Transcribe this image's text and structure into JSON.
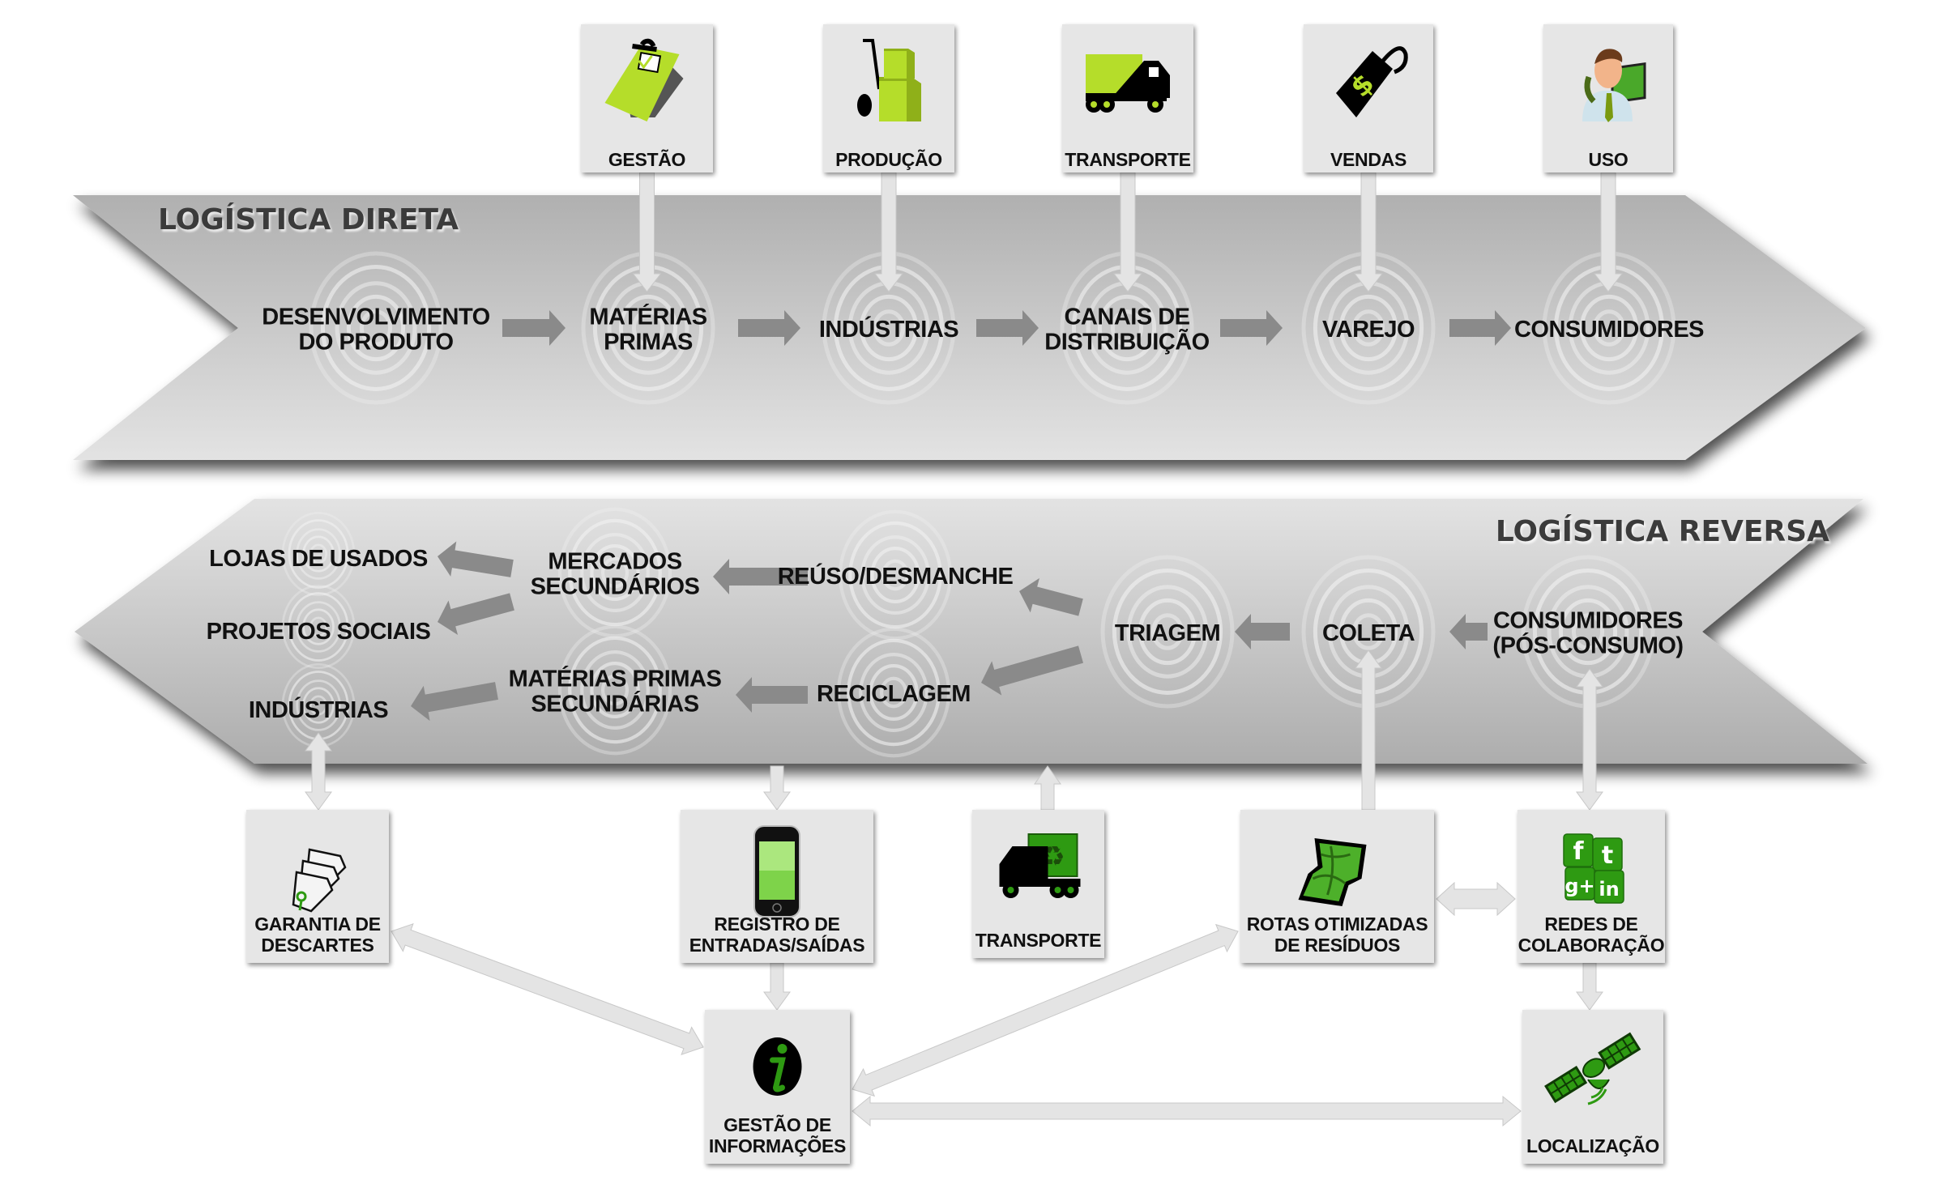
{
  "direct": {
    "title": "LOGÍSTICA DIRETA",
    "nodes": [
      {
        "lines": [
          "DESENVOLVIMENTO",
          "DO PRODUTO"
        ]
      },
      {
        "lines": [
          "MATÉRIAS",
          "PRIMAS"
        ]
      },
      {
        "lines": [
          "INDÚSTRIAS"
        ]
      },
      {
        "lines": [
          "CANAIS DE",
          "DISTRIBUIÇÃO"
        ]
      },
      {
        "lines": [
          "VAREJO"
        ]
      },
      {
        "lines": [
          "CONSUMIDORES"
        ]
      }
    ],
    "top_boxes": [
      {
        "label": "GESTÃO",
        "icon": "clipboard-icon",
        "target": 1
      },
      {
        "label": "PRODUÇÃO",
        "icon": "hand-truck-icon",
        "target": 2
      },
      {
        "label": "TRANSPORTE",
        "icon": "truck-icon",
        "target": 3
      },
      {
        "label": "VENDAS",
        "icon": "price-tag-icon",
        "target": 4
      },
      {
        "label": "USO",
        "icon": "user-support-icon",
        "target": 5
      }
    ]
  },
  "reverse": {
    "title": "LOGÍSTICA REVERSA",
    "nodes": {
      "consumidores": [
        "CONSUMIDORES",
        "(PÓS-CONSUMO)"
      ],
      "coleta": [
        "COLETA"
      ],
      "triagem": [
        "TRIAGEM"
      ],
      "reuso": [
        "REÚSO/DESMANCHE"
      ],
      "reciclagem": [
        "RECICLAGEM"
      ],
      "mercados": [
        "MERCADOS",
        "SECUNDÁRIOS"
      ],
      "materias": [
        "MATÉRIAS PRIMAS",
        "SECUNDÁRIAS"
      ],
      "lojas": [
        "LOJAS DE USADOS"
      ],
      "projetos": [
        "PROJETOS SOCIAIS"
      ],
      "industrias": [
        "INDÚSTRIAS"
      ]
    },
    "bottom_boxes": {
      "garantia": {
        "lines": [
          "GARANTIA DE",
          "DESCARTES"
        ],
        "icon": "documents-icon"
      },
      "registro": {
        "lines": [
          "REGISTRO DE",
          "ENTRADAS/SAÍDAS"
        ],
        "icon": "smartphone-icon"
      },
      "transporte": {
        "lines": [
          "TRANSPORTE"
        ],
        "icon": "recycling-truck-icon"
      },
      "rotas": {
        "lines": [
          "ROTAS OTIMIZADAS",
          "DE RESÍDUOS"
        ],
        "icon": "map-icon"
      },
      "redes": {
        "lines": [
          "REDES DE",
          "COLABORAÇÃO"
        ],
        "icon": "social-networks-icon"
      },
      "gestao_info": {
        "lines": [
          "GESTÃO DE",
          "INFORMAÇÕES"
        ],
        "icon": "info-icon"
      },
      "localizacao": {
        "lines": [
          "LOCALIZAÇÃO"
        ],
        "icon": "satellite-icon"
      }
    }
  },
  "colors": {
    "lime": "#b5dd2a",
    "green": "#2e9a12",
    "box_bg": "#e6e6e6",
    "band_dark": "#b0b0b0",
    "band_light": "#e2e2e2",
    "flow_arrow": "#8a8a8a",
    "connector": "#e4e4e4"
  }
}
